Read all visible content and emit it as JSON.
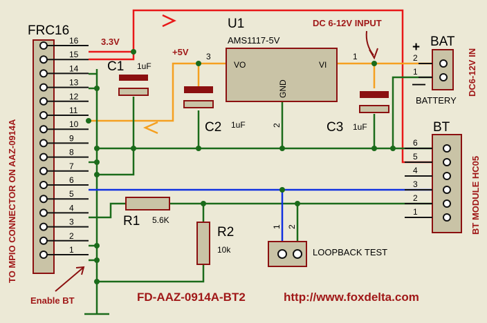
{
  "frc16": {
    "title": "FRC16",
    "side_label": "TO MPIO CONNECTOR ON AAZ-0914A",
    "pins": [
      "16",
      "15",
      "14",
      "13",
      "12",
      "11",
      "10",
      "9",
      "8",
      "7",
      "6",
      "5",
      "4",
      "3",
      "2",
      "1"
    ]
  },
  "u1": {
    "ref": "U1",
    "part": "AMS1117-5V",
    "vo": "VO",
    "vi": "VI",
    "gnd": "GND",
    "pin3": "3",
    "pin2": "2",
    "pin1": "1"
  },
  "c1": {
    "ref": "C1",
    "value": "1uF"
  },
  "c2": {
    "ref": "C2",
    "value": "1uF"
  },
  "c3": {
    "ref": "C3",
    "value": "1uF"
  },
  "r1": {
    "ref": "R1",
    "value": "5.6K"
  },
  "r2": {
    "ref": "R2",
    "value": "10k"
  },
  "rails": {
    "v33": "3.3V",
    "v5": "+5V",
    "dc_input": "DC 6-12V INPUT"
  },
  "bat": {
    "ref": "BAT",
    "label": "BATTERY",
    "side_label": "DC6-12V IN",
    "pins": [
      "2",
      "1"
    ],
    "plus": "+",
    "minus": "—"
  },
  "bt": {
    "ref": "BT",
    "side_label": "BT MODULE HC05",
    "pins": [
      "6",
      "5",
      "4",
      "3",
      "2",
      "1"
    ]
  },
  "loopback": {
    "label": "LOOPBACK TEST",
    "pin1": "1",
    "pin2": "2"
  },
  "enable_bt": "Enable BT",
  "footer": {
    "board": "FD-AAZ-0914A-BT2",
    "url": "http://www.foxdelta.com"
  },
  "colors": {
    "ground": "#1a6b1a",
    "v33": "#e81818",
    "v5": "#f5a020",
    "data": "#1030e0",
    "component": "#8b1010"
  }
}
